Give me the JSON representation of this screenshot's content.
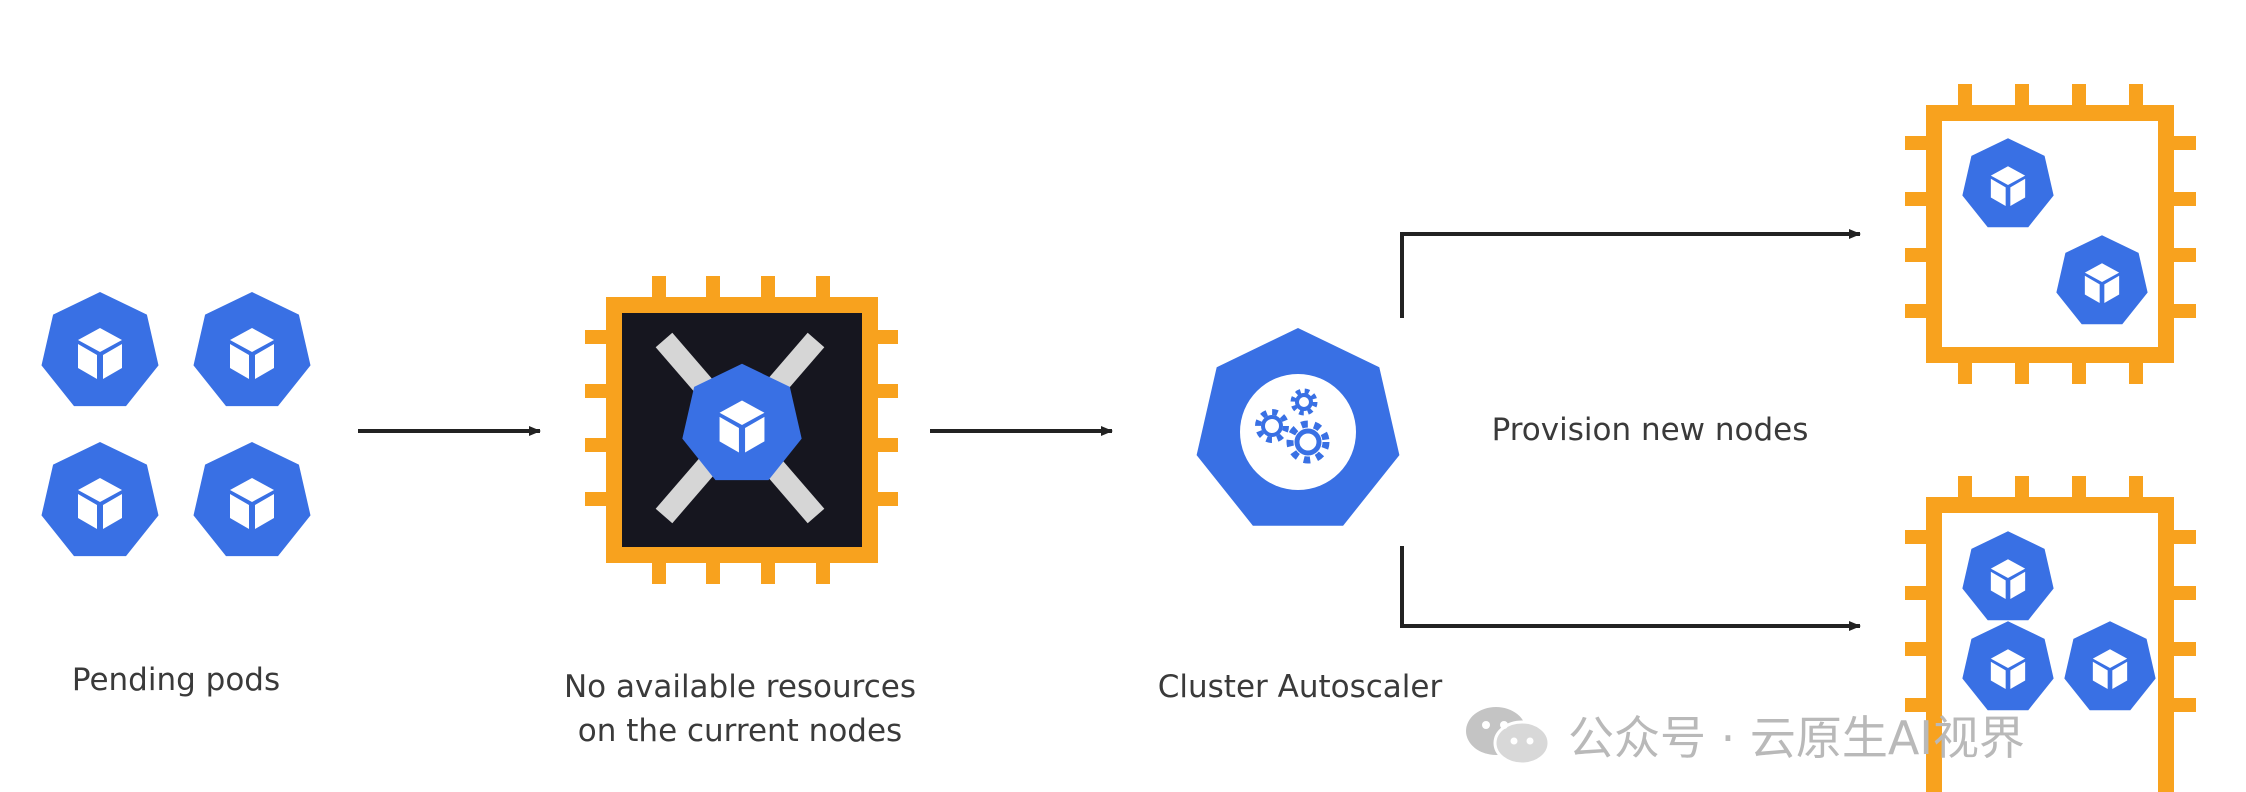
{
  "labels": {
    "pending_pods": "Pending pods",
    "no_resources_line1": "No available resources",
    "no_resources_line2": "on the current nodes",
    "cluster_autoscaler": "Cluster Autoscaler",
    "provision_new_nodes": "Provision new nodes"
  },
  "watermark": {
    "text": "公众号 · 云原生AI视界",
    "icon": "wechat-icon"
  },
  "colors": {
    "kube_blue": "#3970e4",
    "chip_orange": "#f8a21e",
    "chip_dark_fill": "#16161f",
    "x_mark": "#d6d6d6",
    "arrow": "#222222",
    "text": "#3a3a3a",
    "watermark": "#b9b9b9"
  },
  "icons": {
    "pod": "kubernetes-pod-cube-icon",
    "node": "cpu-chip-node-icon",
    "autoscaler": "kubernetes-gears-icon"
  }
}
